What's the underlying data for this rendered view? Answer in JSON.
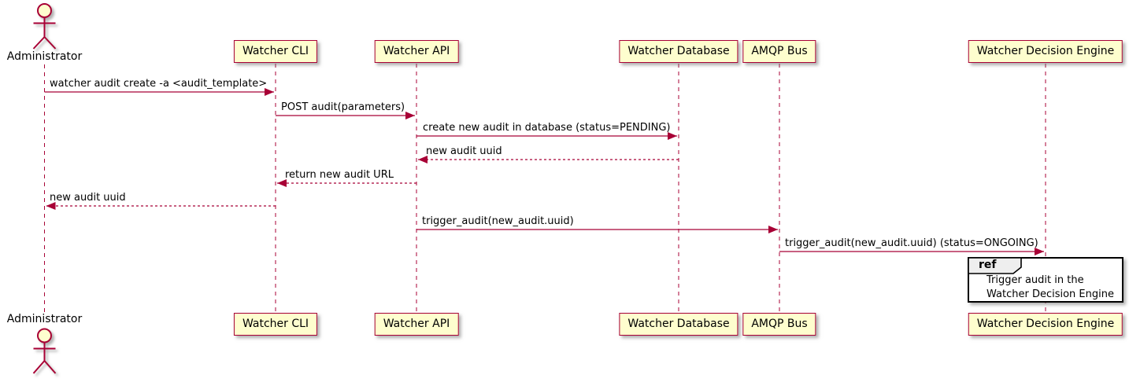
{
  "diagram": {
    "type": "sequence",
    "actor": {
      "label": "Administrator"
    },
    "participants": [
      {
        "label": "Watcher CLI"
      },
      {
        "label": "Watcher API"
      },
      {
        "label": "Watcher Database"
      },
      {
        "label": "AMQP Bus"
      },
      {
        "label": "Watcher Decision Engine"
      }
    ],
    "messages": [
      {
        "label": "watcher audit create -a <audit_template>",
        "from": "Administrator",
        "to": "Watcher CLI",
        "style": "solid"
      },
      {
        "label": "POST audit(parameters)",
        "from": "Watcher CLI",
        "to": "Watcher API",
        "style": "solid"
      },
      {
        "label": "create new audit in database (status=PENDING)",
        "from": "Watcher API",
        "to": "Watcher Database",
        "style": "solid"
      },
      {
        "label": "new audit uuid",
        "from": "Watcher Database",
        "to": "Watcher API",
        "style": "dashed"
      },
      {
        "label": "return new audit URL",
        "from": "Watcher API",
        "to": "Watcher CLI",
        "style": "dashed"
      },
      {
        "label": "new audit uuid",
        "from": "Watcher CLI",
        "to": "Administrator",
        "style": "dashed"
      },
      {
        "label": "trigger_audit(new_audit.uuid)",
        "from": "Watcher API",
        "to": "AMQP Bus",
        "style": "solid"
      },
      {
        "label": "trigger_audit(new_audit.uuid) (status=ONGOING)",
        "from": "AMQP Bus",
        "to": "Watcher Decision Engine",
        "style": "solid"
      }
    ],
    "ref": {
      "keyword": "ref",
      "lines": [
        "Trigger audit in the",
        "Watcher Decision Engine"
      ]
    },
    "colors": {
      "participant_fill": "#FEFECE",
      "participant_border": "#A80036",
      "line": "#A80036",
      "text": "#000000",
      "ref_border": "#000000",
      "ref_tag_fill": "#EEEEEE"
    }
  }
}
